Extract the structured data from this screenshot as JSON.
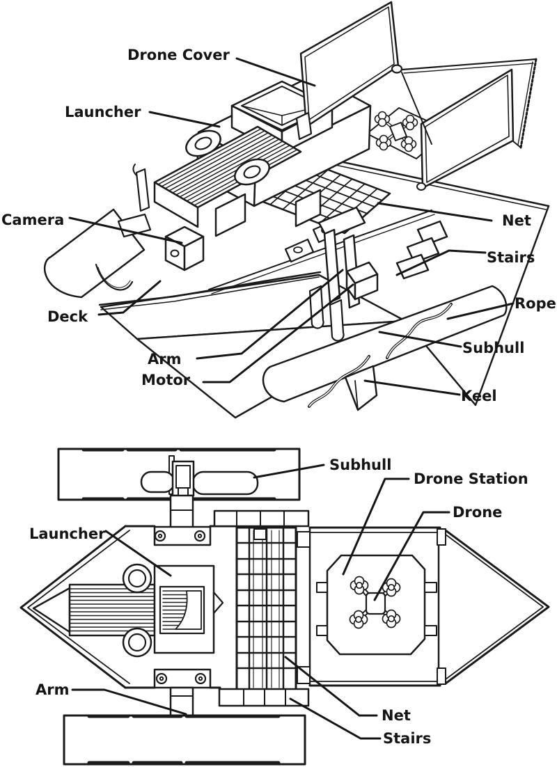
{
  "figure": {
    "description": "Two-view technical line drawing of an unmanned drone-carrier boat",
    "background_color": "#ffffff",
    "line_color": "#1a1a1a",
    "views": {
      "isometric": {
        "labels": {
          "drone_cover": "Drone Cover",
          "launcher": "Launcher",
          "camera": "Camera",
          "deck": "Deck",
          "arm": "Arm",
          "motor": "Motor",
          "net": "Net",
          "stairs": "Stairs",
          "rope": "Rope",
          "subhull": "Subhull",
          "keel": "Keel"
        }
      },
      "top_down": {
        "labels": {
          "subhull": "Subhull",
          "drone_station": "Drone Station",
          "drone": "Drone",
          "launcher": "Launcher",
          "arm": "Arm",
          "net": "Net",
          "stairs": "Stairs"
        }
      }
    }
  }
}
